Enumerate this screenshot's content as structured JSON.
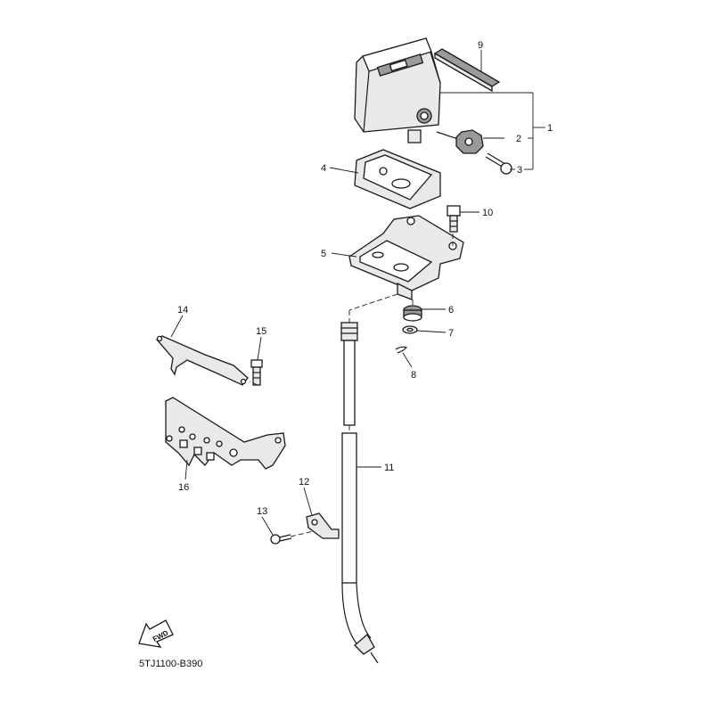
{
  "drawing_code": "5TJ1100-B390",
  "fwd_label": "FWD",
  "callouts": {
    "c1": "1",
    "c2": "2",
    "c3": "3",
    "c4": "4",
    "c5": "5",
    "c6": "6",
    "c7": "7",
    "c8": "8",
    "c9": "9",
    "c10": "10",
    "c11": "11",
    "c12": "12",
    "c13": "13",
    "c14": "14",
    "c15": "15",
    "c16": "16"
  }
}
